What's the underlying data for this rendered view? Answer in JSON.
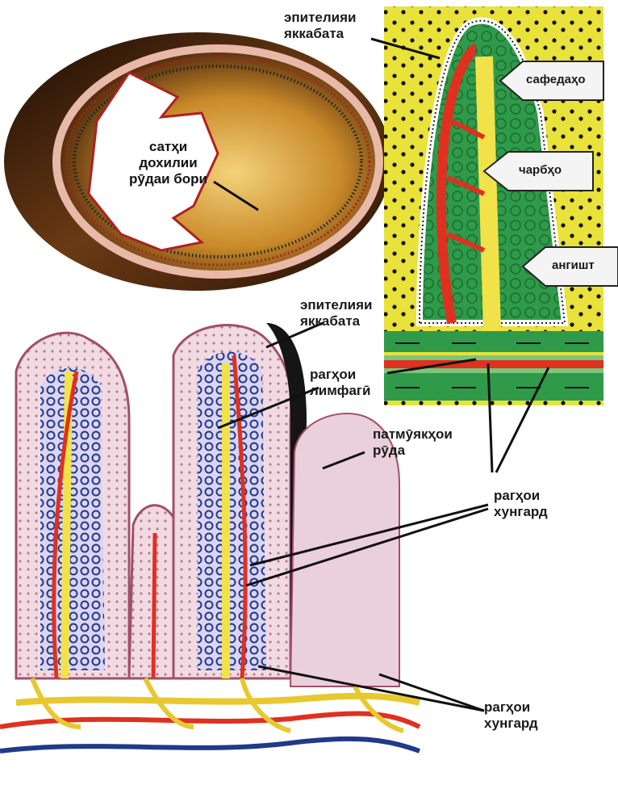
{
  "labels": {
    "epithelium_top": [
      "эпителияи",
      "яккабата"
    ],
    "inner_surface": [
      "сатҳи",
      "дохилии",
      "рӯдаи бори"
    ],
    "epithelium_mid": [
      "эпителияи",
      "яккабата"
    ],
    "lymph_vessels": [
      "рагҳои",
      "лимфагӣ"
    ],
    "muscle_layers": [
      "патмӯякҳои",
      "рӯда"
    ],
    "blood_vessels_1": [
      "рагҳои",
      "хунгард"
    ],
    "blood_vessels_2": [
      "рагҳои",
      "хунгард"
    ]
  },
  "arrow_tags": {
    "proteins": "сафедаҳо",
    "fats": "чарбҳо",
    "carbs": "ангишт"
  },
  "colors": {
    "intestine_outer": "#5a2a10",
    "intestine_inner": "#d9a441",
    "villus_bg": "#e8e23a",
    "villus_green": "#2e9a4a",
    "artery_red": "#e0301f",
    "lymph_yellow": "#f2e24a",
    "vein_blue": "#1f3a8a",
    "muscle_pink": "#e6c2cf"
  }
}
